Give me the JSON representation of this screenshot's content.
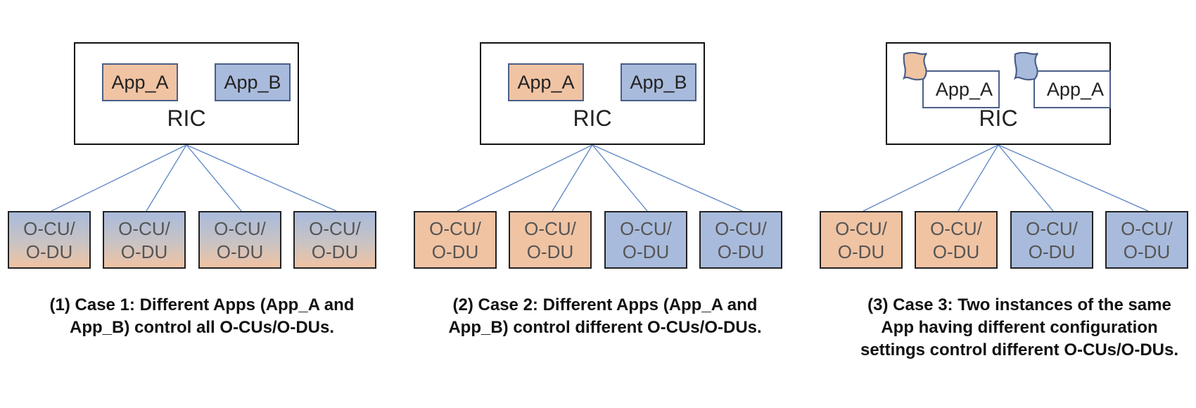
{
  "colors": {
    "orange": "#f0c3a3",
    "blue": "#a9bbdc",
    "border_app": "#4a5f88",
    "line": "#5b84c4"
  },
  "ric_label": "RIC",
  "node_label_line1": "O-CU/",
  "node_label_line2": "O-DU",
  "cases": [
    {
      "apps": [
        {
          "label": "App_A",
          "color": "orange"
        },
        {
          "label": "App_B",
          "color": "blue"
        }
      ],
      "nodes": [
        "gradient",
        "gradient",
        "gradient",
        "gradient"
      ],
      "caption_line1": "(1) Case 1: Different Apps (App_A and",
      "caption_line2": "App_B) control all O-CUs/O-DUs.",
      "caption_line3": ""
    },
    {
      "apps": [
        {
          "label": "App_A",
          "color": "orange"
        },
        {
          "label": "App_B",
          "color": "blue"
        }
      ],
      "nodes": [
        "orange",
        "orange",
        "blue",
        "blue"
      ],
      "caption_line1": "(2) Case 2: Different Apps (App_A and",
      "caption_line2": "App_B) control different O-CUs/O-DUs.",
      "caption_line3": ""
    },
    {
      "apps": [
        {
          "label": "App_A",
          "color": "orange"
        },
        {
          "label": "App_A",
          "color": "blue"
        }
      ],
      "nodes": [
        "orange",
        "orange",
        "blue",
        "blue"
      ],
      "caption_line1": "(3) Case 3: Two instances of the same",
      "caption_line2": "App having different configuration",
      "caption_line3": "settings control different O-CUs/O-DUs."
    }
  ]
}
